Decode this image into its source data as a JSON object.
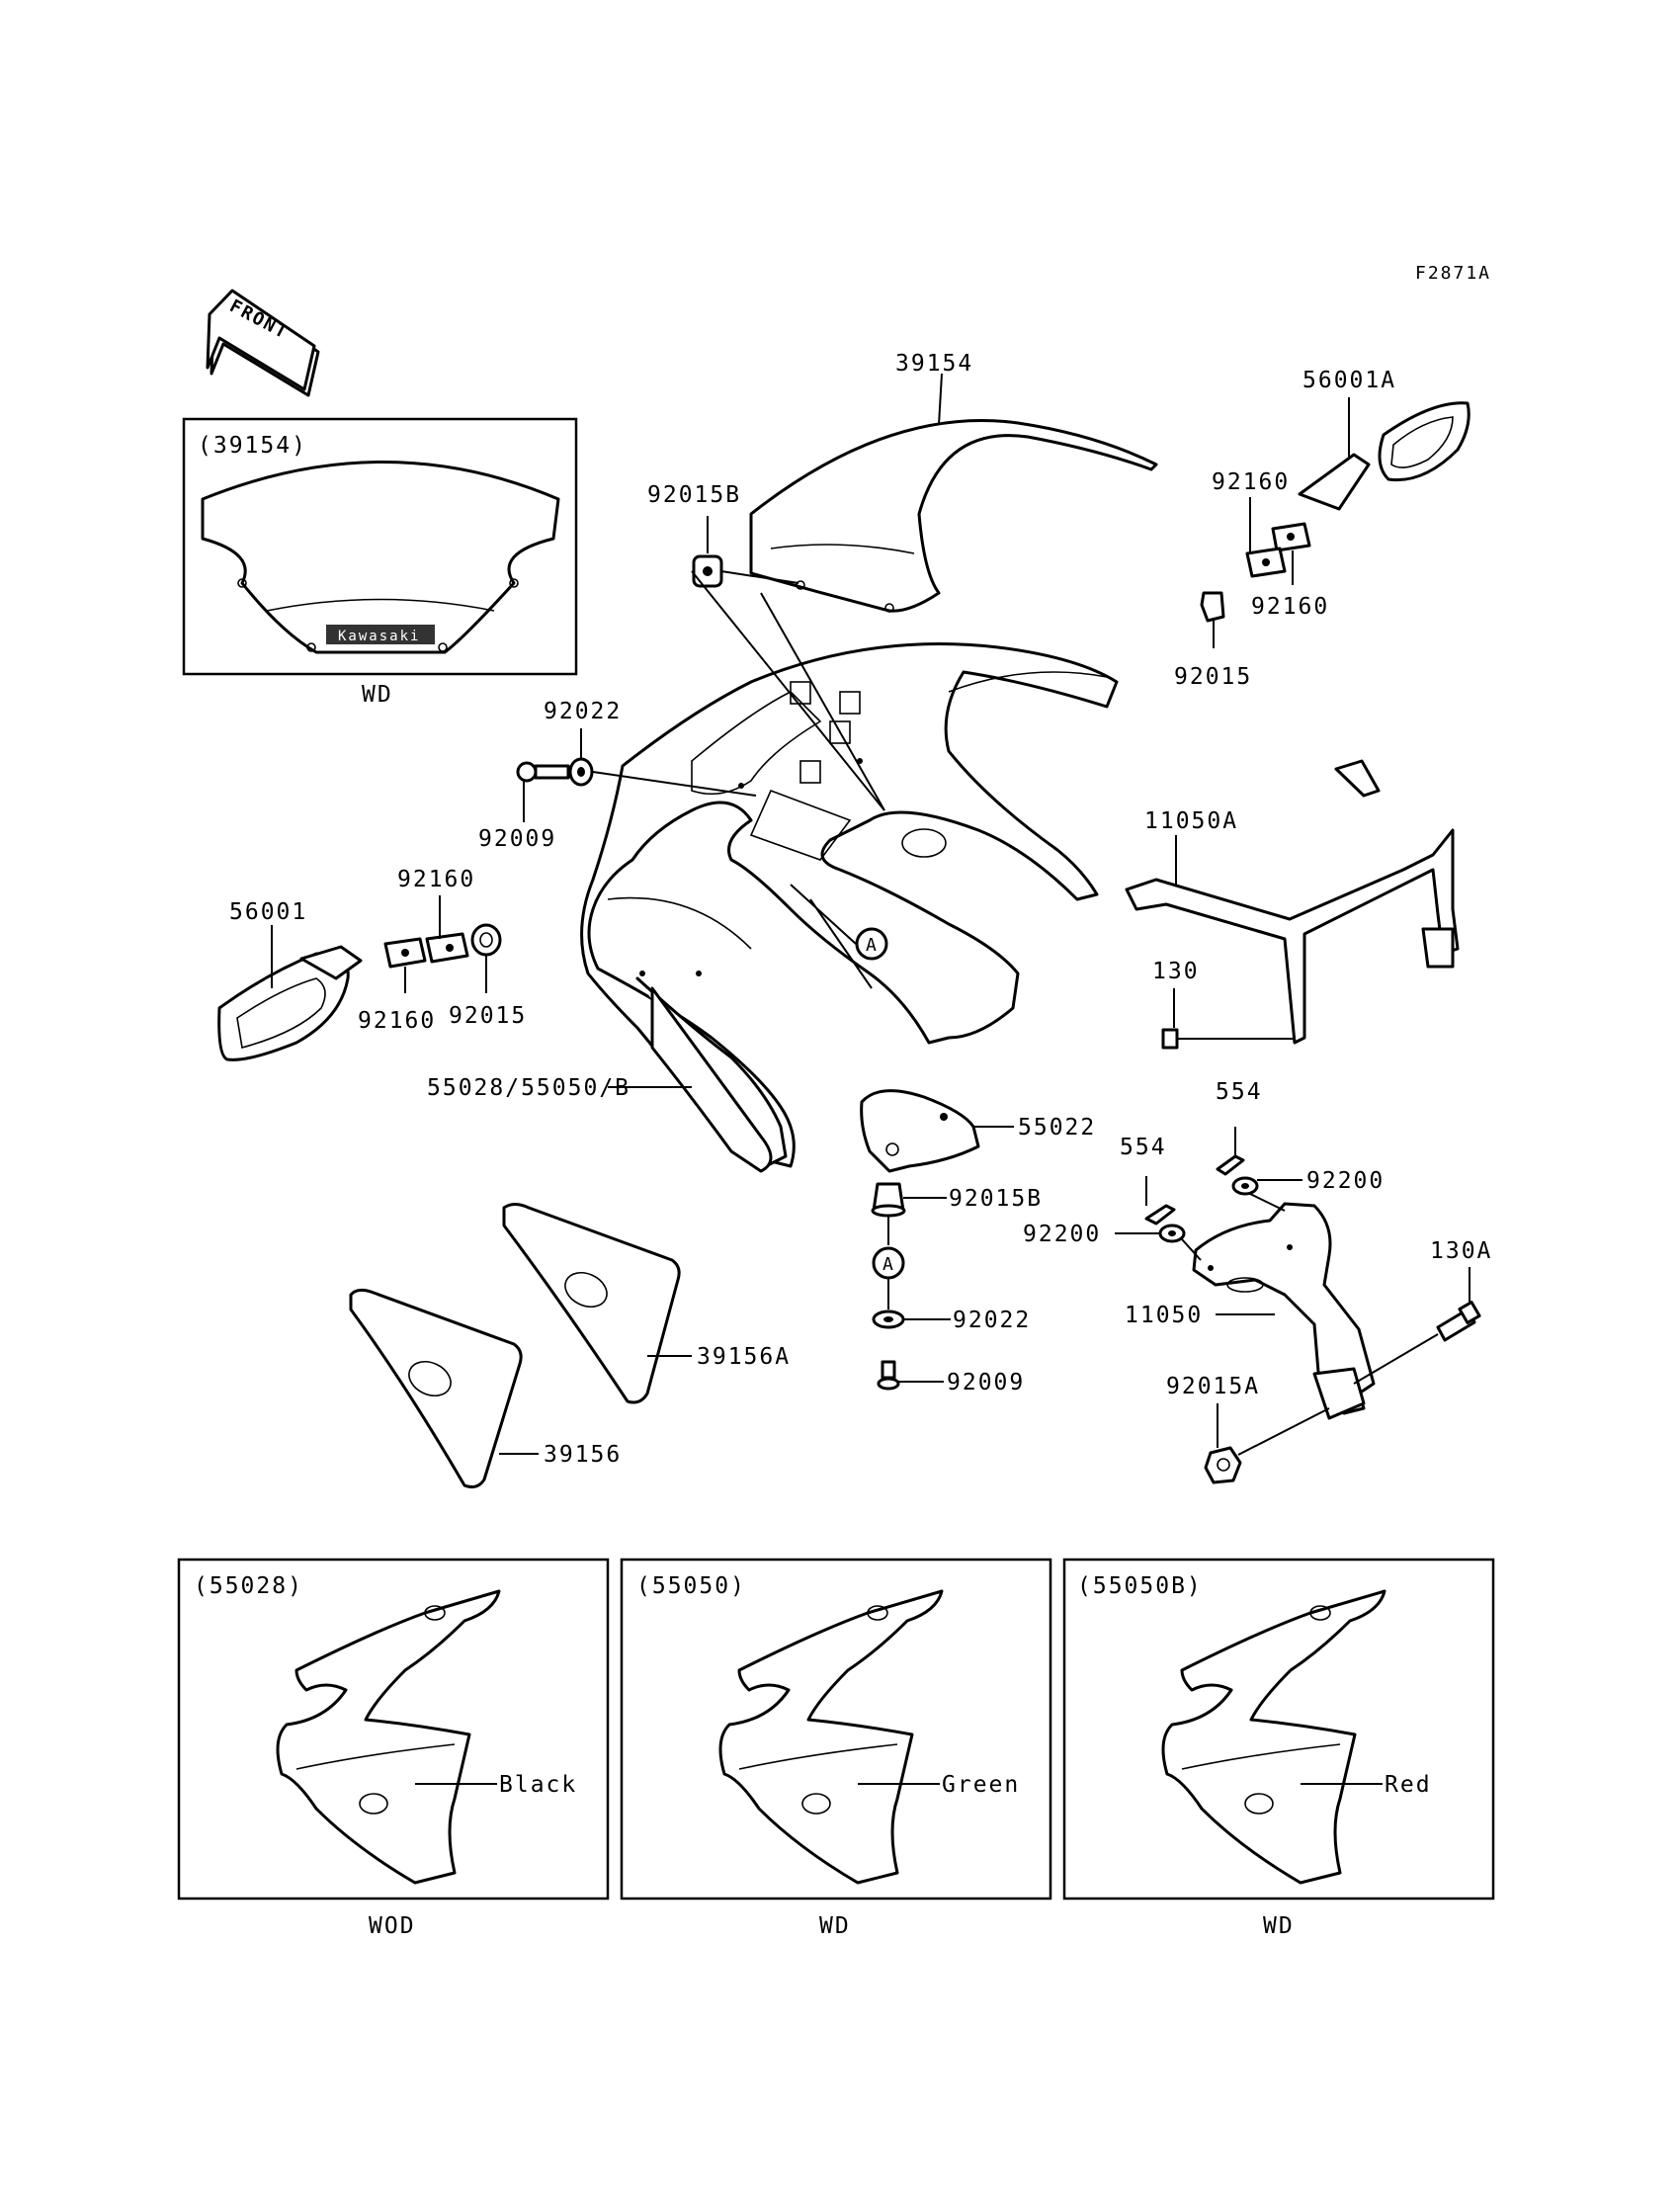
{
  "figure_code": "F2871A",
  "front_label": "FRONT",
  "logo_text": "Kawasaki",
  "windshield_inset": {
    "title": "(39154)",
    "note": "WD"
  },
  "callouts": {
    "c39154": "39154",
    "c92015B_top": "92015B",
    "c56001A": "56001A",
    "c92160_a": "92160",
    "c92160_b": "92160",
    "c92015_right": "92015",
    "c92022_top": "92022",
    "c92009_top": "92009",
    "c92160_left_top": "92160",
    "c56001": "56001",
    "c92160_left_bottom": "92160",
    "c92015_left": "92015",
    "c11050A": "11050A",
    "c130": "130",
    "c55028": "55028/55050/B",
    "c55022": "55022",
    "c554_right": "554",
    "c554_left": "554",
    "c92200_right": "92200",
    "c92200_left": "92200",
    "c92015B_mid": "92015B",
    "c130A": "130A",
    "c11050": "11050",
    "c92022_mid": "92022",
    "c92009_mid": "92009",
    "c92015A": "92015A",
    "c39156A": "39156A",
    "c39156": "39156",
    "ref_a1": "A",
    "ref_a2": "A"
  },
  "variants": [
    {
      "title": "(55028)",
      "color": "Black",
      "note": "WOD"
    },
    {
      "title": "(55050)",
      "color": "Green",
      "note": "WD"
    },
    {
      "title": "(55050B)",
      "color": "Red",
      "note": "WD"
    }
  ]
}
